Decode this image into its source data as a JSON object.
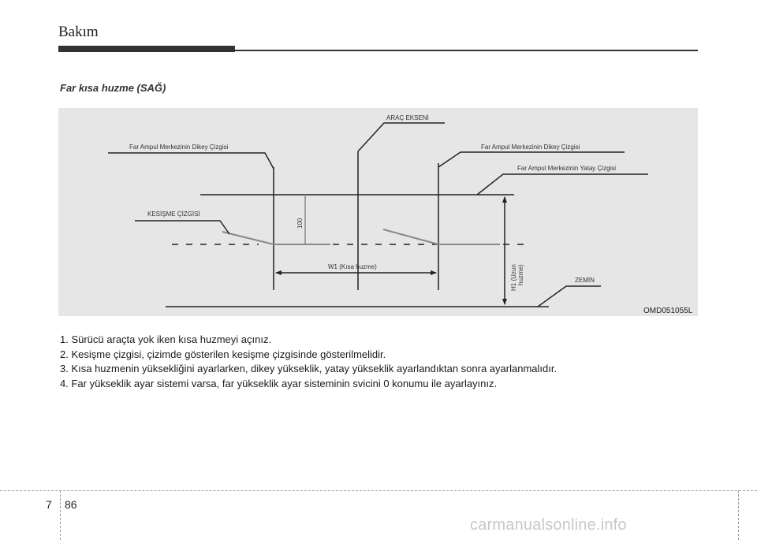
{
  "header": {
    "chapter_title": "Bakım"
  },
  "section": {
    "title": "Far kısa huzme (SAĞ)"
  },
  "figure": {
    "label_vehicle_axis": "ARAÇ EKSENİ",
    "label_vertical_left": "Far Ampul Merkezinin Dikey Çizgisi",
    "label_vertical_right": "Far Ampul Merkezinin Dikey Çizgisi",
    "label_horizontal": "Far Ampul Merkezinin Yatay Çizgisi",
    "label_cutoff": "KESİŞME ÇİZGİSİ",
    "label_100": "100",
    "label_w1": "W1 (Kısa huzme)",
    "label_h1_line1": "H1 (Uzun",
    "label_h1_line2": "huzme)",
    "label_ground": "ZEMİN",
    "figure_code": "OMD051055L"
  },
  "instructions": [
    "1.  Sürücü araçta yok iken kısa huzmeyi açınız.",
    "2.  Kesişme çizgisi, çizimde gösterilen kesişme çizgisinde gösterilmelidir.",
    "3.  Kısa huzmenin yüksekliğini ayarlarken, dikey yükseklik, yatay yükseklik ayarlandıktan sonra ayarlanmalıdır.",
    "4.  Far yükseklik ayar sistemi varsa, far yükseklik ayar sisteminin svicini 0 konumu ile ayarlayınız."
  ],
  "footer": {
    "chapter_number": "7",
    "page_number": "86",
    "watermark": "carmanualsonline.info"
  }
}
